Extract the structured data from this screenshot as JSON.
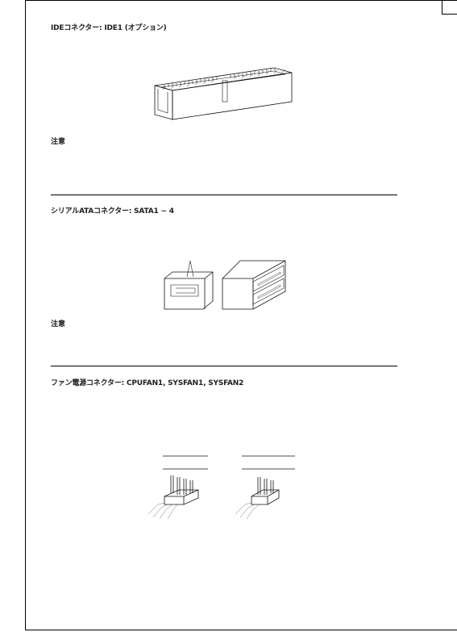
{
  "sections": [
    {
      "heading": "IDEコネクター: IDE1 (オプション)",
      "note": "注意"
    },
    {
      "heading": "シリアルATAコネクター: SATA1 ~ 4",
      "note": "注意"
    },
    {
      "heading": "ファン電源コネクター: CPUFAN1, SYSFAN1, SYSFAN2"
    }
  ]
}
